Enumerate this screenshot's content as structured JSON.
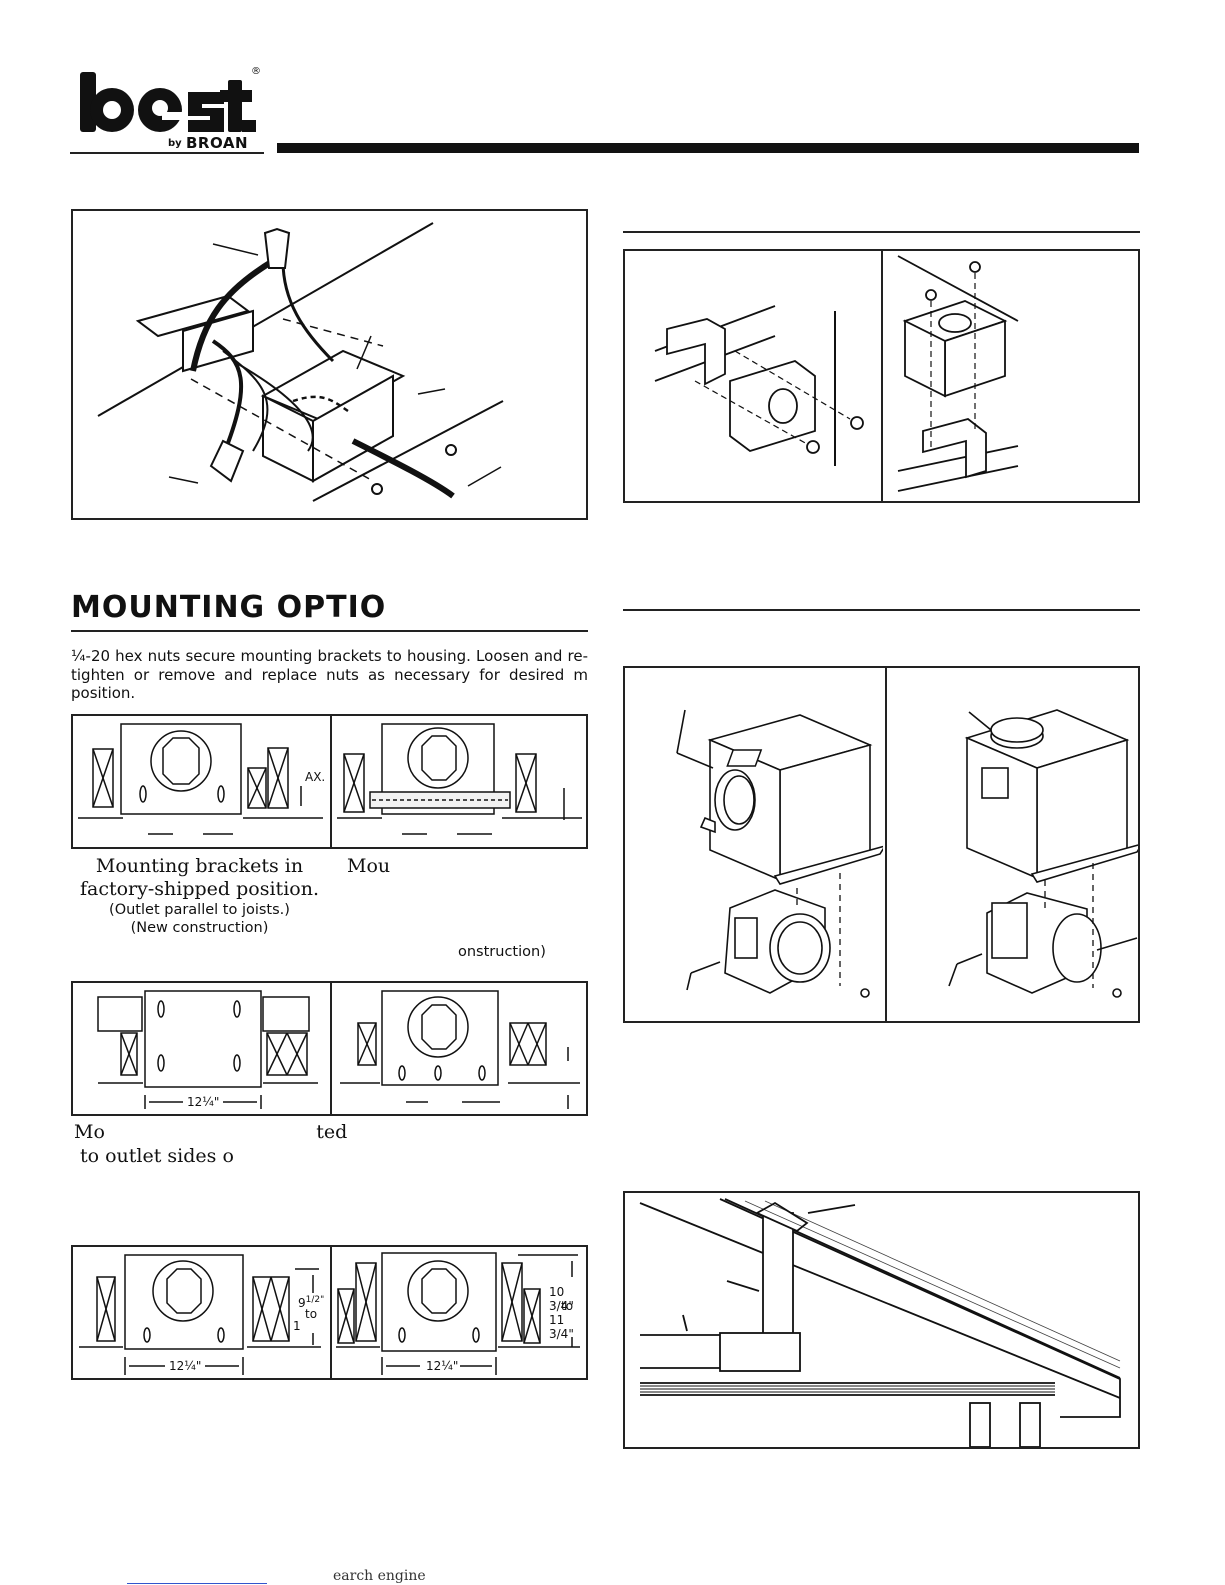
{
  "header": {
    "logo_word": "best",
    "logo_registered": "®",
    "logo_by": "by",
    "logo_brand": "BROAN",
    "brand_color": "#111111"
  },
  "mounting": {
    "title": "MOUNTING OPTIO",
    "intro": "¼-20 hex nuts secure mounting brackets to housing. Loosen and re-tighten or remove and replace nuts as necessary for desired m                        position.",
    "row1": {
      "caption_left_line1": "Mounting brackets in",
      "caption_left_line2": "factory-shipped position.",
      "caption_left_line3": "(Outlet parallel to joists.)",
      "caption_left_line4": "(New construction)",
      "caption_right_line1": "Mou",
      "caption_right_line4": "onstruction)",
      "dim_max": "AX."
    },
    "row2": {
      "dim_width": "12¼\"",
      "caption_line1": "Mo                                   ted",
      "caption_line2": "to outlet sides o"
    },
    "row3": {
      "dim_left_width": "12¼\"",
      "dim_right_width": "12¼\"",
      "dim_left_h_top": "9",
      "dim_left_h_frac": "1/2\"",
      "dim_left_to": "to",
      "dim_left_h_bottom": "1",
      "dim_right_h_top": "10 3/4\"",
      "dim_right_to": "to",
      "dim_right_h_bottom": "11 3/4\""
    }
  },
  "footer": {
    "link_text": "",
    "text": "earch engine"
  }
}
